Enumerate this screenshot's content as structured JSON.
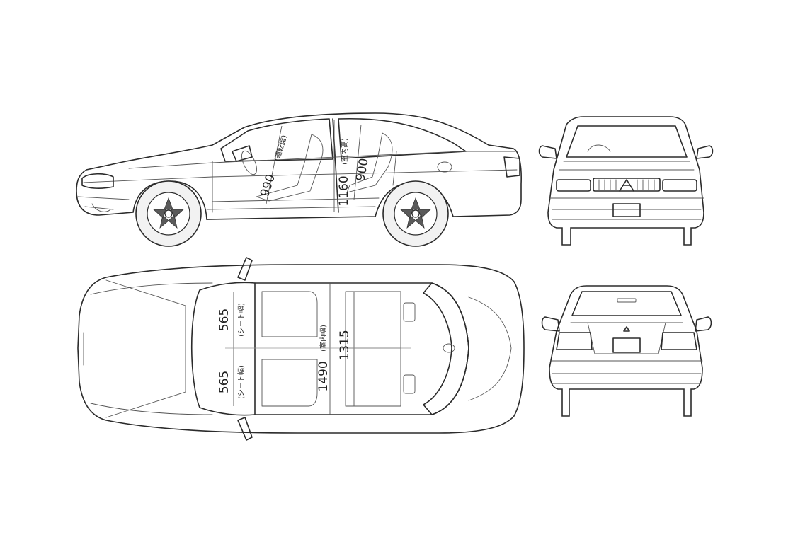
{
  "views": {
    "side": {
      "dim_driver_headroom": {
        "value": "990",
        "label": "(運転席)"
      },
      "dim_interior_height": {
        "value": "1160",
        "label": "(室内高)"
      },
      "dim_rear_headroom": {
        "value": "900"
      }
    },
    "top": {
      "dim_seat_width_front": {
        "value": "565",
        "label": "(シート幅)"
      },
      "dim_seat_width_rear": {
        "value": "565",
        "label": "(シート幅)"
      },
      "dim_interior_width": {
        "value": "1490",
        "label": "(室内幅)"
      },
      "dim_rear_track": {
        "value": "1315"
      }
    }
  }
}
